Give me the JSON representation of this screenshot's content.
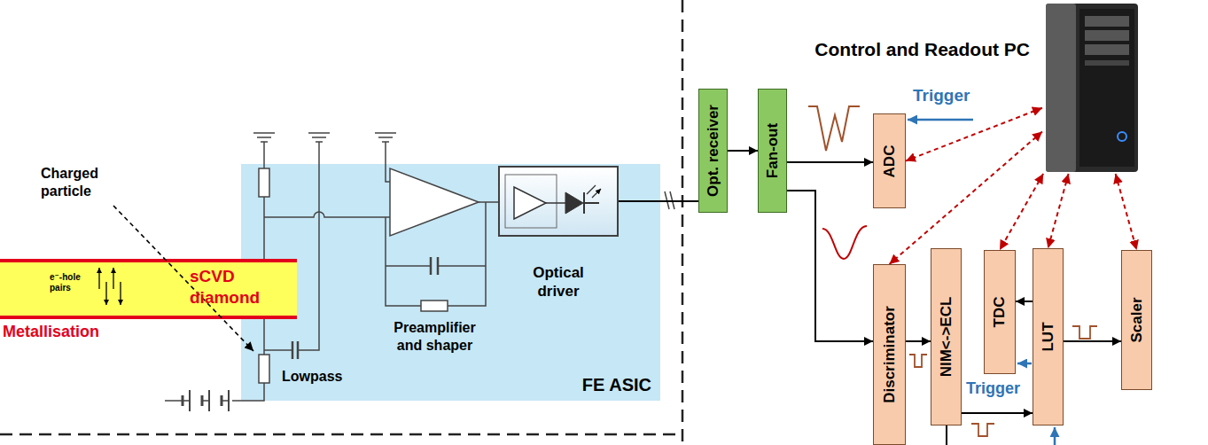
{
  "diagram": {
    "nodes": [
      {
        "text": [
          "e⁻-hole pairs",
          "sCVD diamond"
        ]
      },
      {
        "text": [
          "FE ASIC"
        ]
      },
      {
        "text": [
          "Optical driver"
        ],
        "in": 1
      },
      {
        "text": [
          "Opt. receiver"
        ]
      },
      {
        "text": [
          "Fan-out"
        ]
      },
      {
        "text": [
          "Control and Readout PC"
        ]
      },
      {
        "text": [
          "ADC"
        ]
      },
      {
        "text": [
          "Discriminator"
        ]
      },
      {
        "text": [
          "NIM<->ECL"
        ]
      },
      {
        "text": [
          "TDC"
        ]
      },
      {
        "text": [
          "LUT"
        ]
      },
      {
        "text": [
          "Scaler"
        ]
      }
    ],
    "edges": [
      {
        "from": 2,
        "to": 3,
        "arrow": "none"
      },
      {
        "from": 3,
        "to": 4,
        "arrow": "to"
      },
      {
        "from": 4,
        "to": 6,
        "arrow": "to"
      },
      {
        "from": 4,
        "to": 7,
        "arrow": "to"
      },
      {
        "from": 7,
        "to": 8,
        "arrow": "to"
      },
      {
        "from": 8,
        "to": 10,
        "arrow": "to"
      },
      {
        "from": 10,
        "to": 9,
        "arrow": "to"
      },
      {
        "from": 10,
        "to": 11,
        "arrow": "to"
      },
      {
        "from": 5,
        "to": 6,
        "arrow": "both"
      },
      {
        "from": 5,
        "to": 7,
        "arrow": "both"
      },
      {
        "from": 5,
        "to": 9,
        "arrow": "both"
      },
      {
        "from": 5,
        "to": 10,
        "arrow": "both"
      },
      {
        "from": 5,
        "to": 11,
        "arrow": "both"
      }
    ],
    "labels": [
      "Charged particle",
      "Metallisation",
      "Lowpass",
      "Preamplifier and shaper",
      "Trigger",
      "Trigger"
    ]
  }
}
